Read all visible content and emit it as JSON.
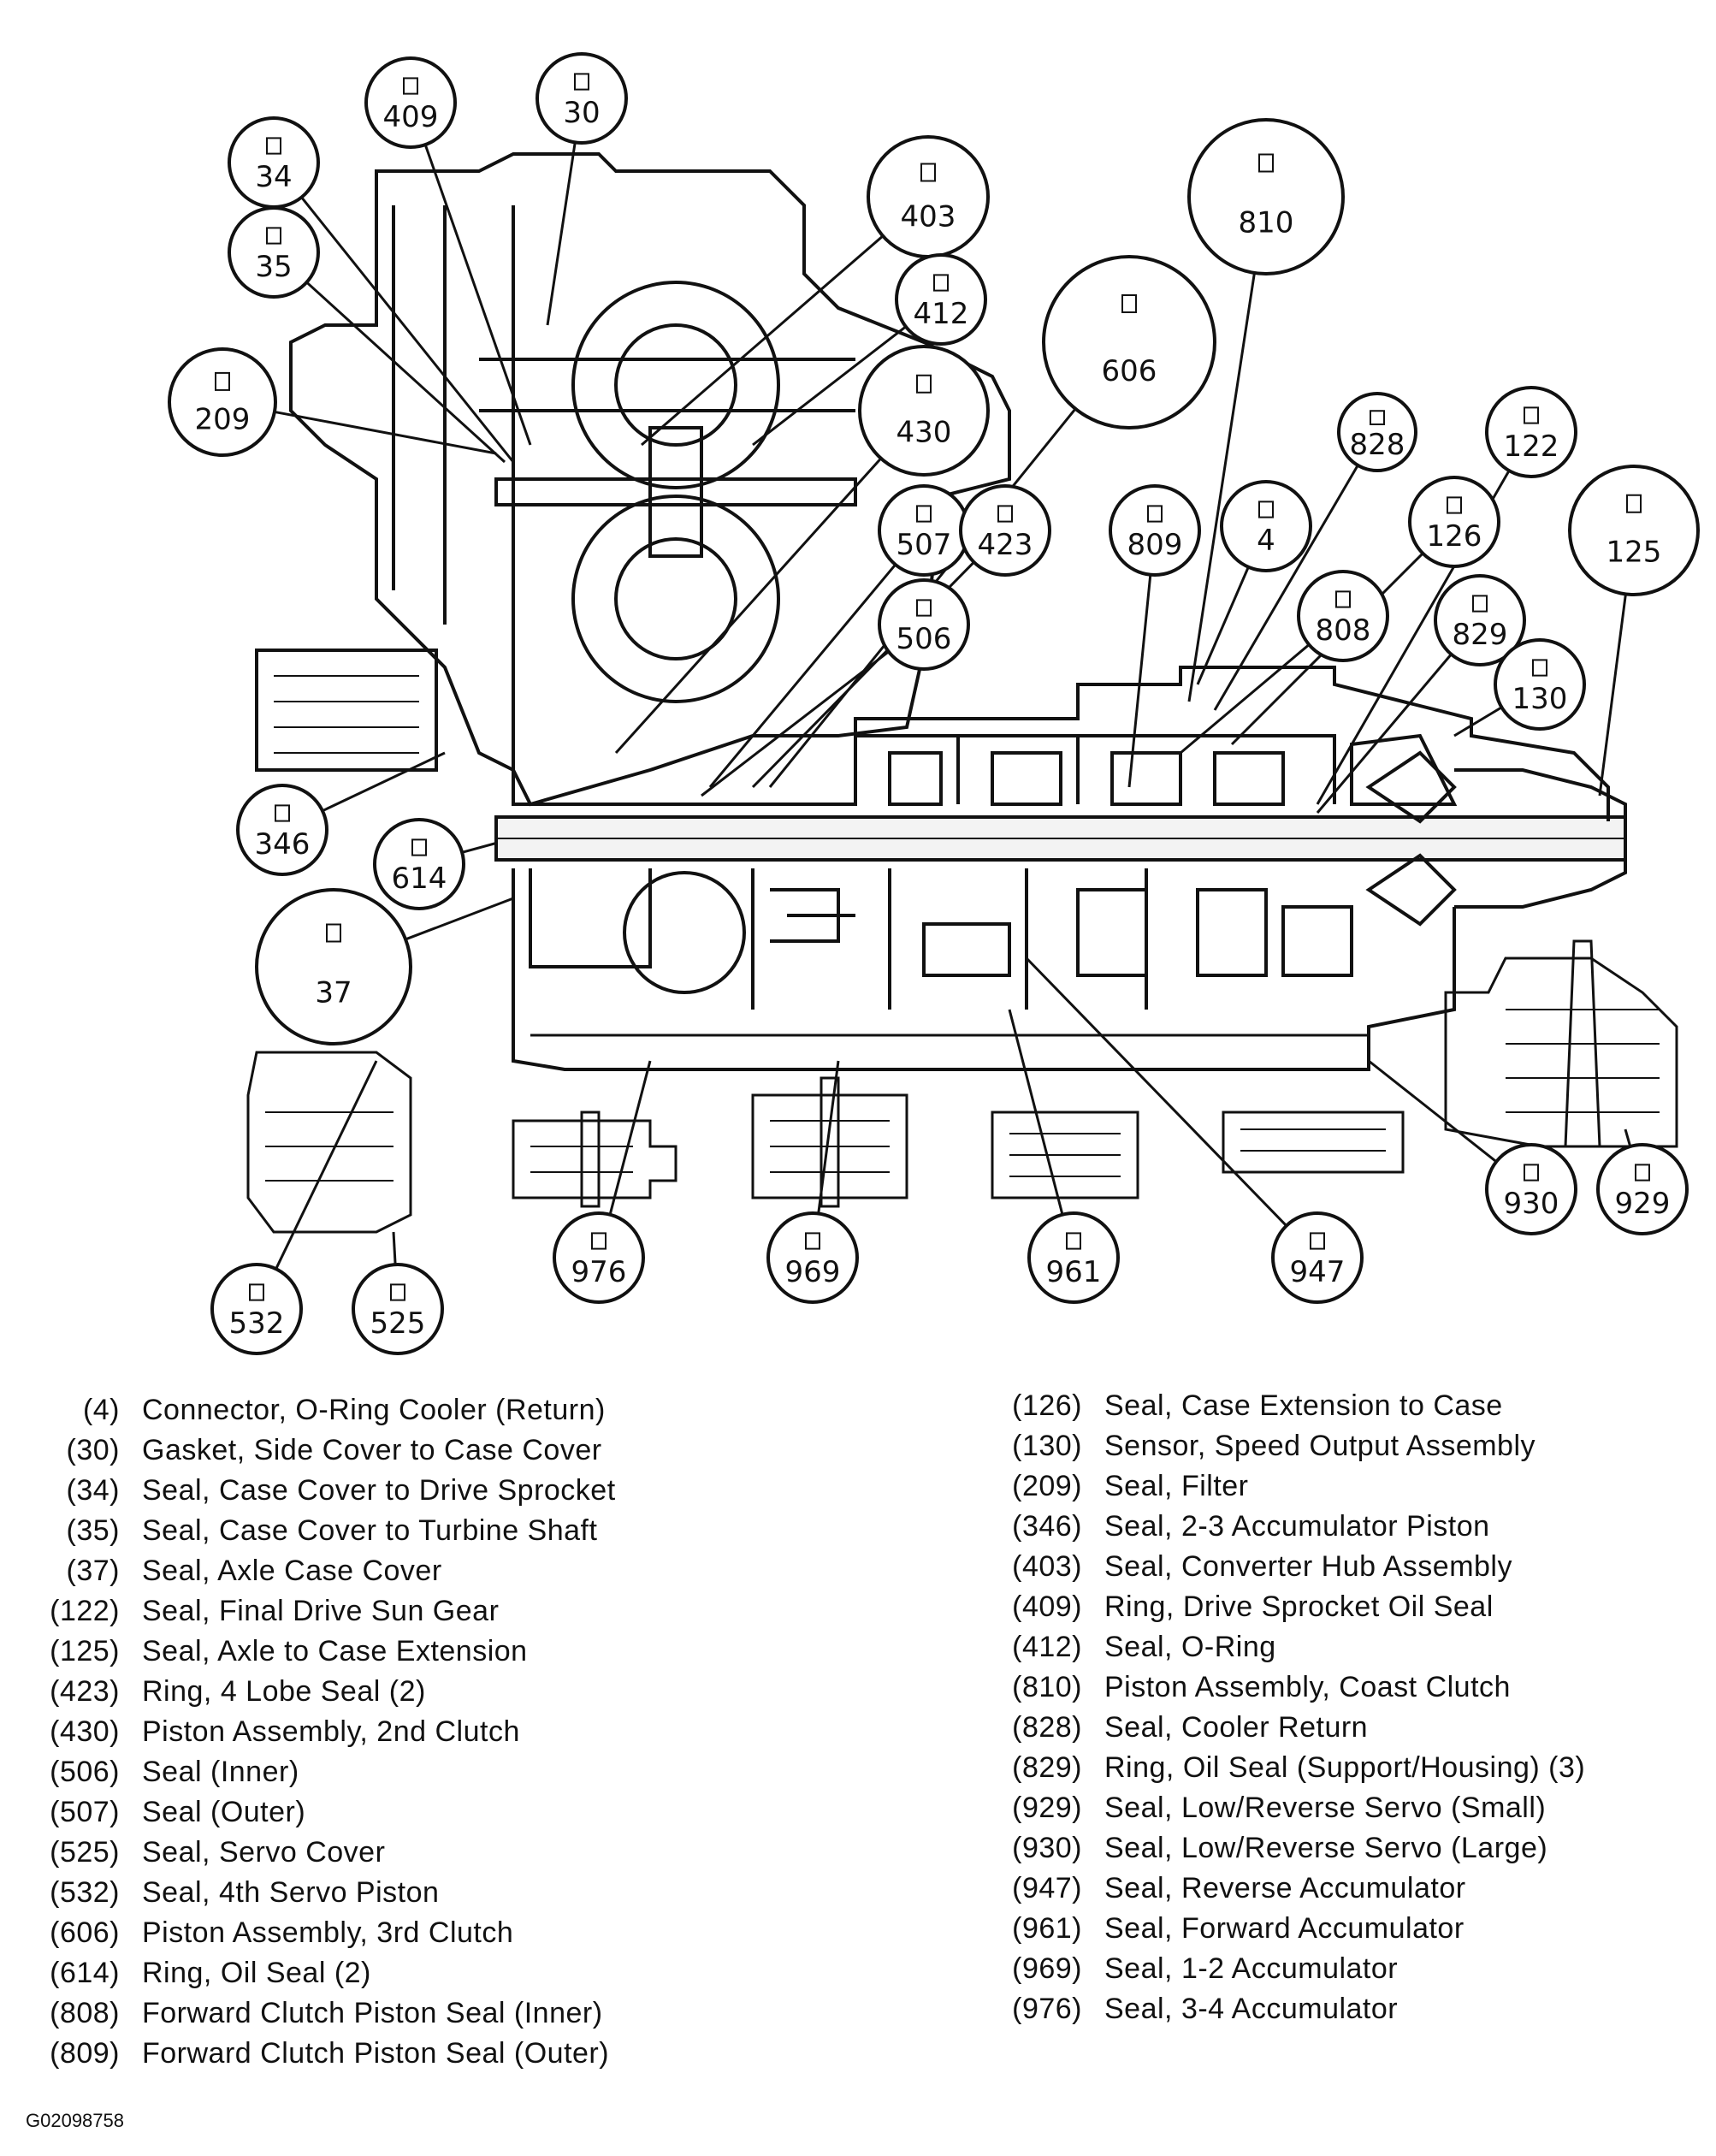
{
  "callouts": [
    {
      "id": "c-34",
      "label": "34"
    },
    {
      "id": "c-409",
      "label": "409"
    },
    {
      "id": "c-30",
      "label": "30"
    },
    {
      "id": "c-403",
      "label": "403"
    },
    {
      "id": "c-810",
      "label": "810"
    },
    {
      "id": "c-35",
      "label": "35"
    },
    {
      "id": "c-412",
      "label": "412"
    },
    {
      "id": "c-606",
      "label": "606"
    },
    {
      "id": "c-209",
      "label": "209"
    },
    {
      "id": "c-430",
      "label": "430"
    },
    {
      "id": "c-828",
      "label": "828"
    },
    {
      "id": "c-122",
      "label": "122"
    },
    {
      "id": "c-507",
      "label": "507"
    },
    {
      "id": "c-423",
      "label": "423"
    },
    {
      "id": "c-809",
      "label": "809"
    },
    {
      "id": "c-4",
      "label": "4"
    },
    {
      "id": "c-126",
      "label": "126"
    },
    {
      "id": "c-125",
      "label": "125"
    },
    {
      "id": "c-506",
      "label": "506"
    },
    {
      "id": "c-808",
      "label": "808"
    },
    {
      "id": "c-829",
      "label": "829"
    },
    {
      "id": "c-130",
      "label": "130"
    },
    {
      "id": "c-346",
      "label": "346"
    },
    {
      "id": "c-614",
      "label": "614"
    },
    {
      "id": "c-37",
      "label": "37"
    },
    {
      "id": "c-930",
      "label": "930"
    },
    {
      "id": "c-929",
      "label": "929"
    },
    {
      "id": "c-976",
      "label": "976"
    },
    {
      "id": "c-969",
      "label": "969"
    },
    {
      "id": "c-961",
      "label": "961"
    },
    {
      "id": "c-947",
      "label": "947"
    },
    {
      "id": "c-532",
      "label": "532"
    },
    {
      "id": "c-525",
      "label": "525"
    }
  ],
  "legend_left": [
    {
      "num": "(4)",
      "desc": "Connector, O-Ring Cooler (Return)"
    },
    {
      "num": "(30)",
      "desc": "Gasket, Side Cover to Case Cover"
    },
    {
      "num": "(34)",
      "desc": "Seal, Case Cover to Drive Sprocket"
    },
    {
      "num": "(35)",
      "desc": "Seal, Case Cover to Turbine Shaft"
    },
    {
      "num": "(37)",
      "desc": "Seal, Axle Case Cover"
    },
    {
      "num": "(122)",
      "desc": "Seal, Final Drive Sun Gear"
    },
    {
      "num": "(125)",
      "desc": "Seal, Axle to Case Extension"
    },
    {
      "num": "(423)",
      "desc": "Ring, 4 Lobe Seal (2)"
    },
    {
      "num": "(430)",
      "desc": "Piston Assembly, 2nd Clutch"
    },
    {
      "num": "(506)",
      "desc": "Seal (Inner)"
    },
    {
      "num": "(507)",
      "desc": "Seal (Outer)"
    },
    {
      "num": "(525)",
      "desc": "Seal, Servo Cover"
    },
    {
      "num": "(532)",
      "desc": "Seal, 4th Servo Piston"
    },
    {
      "num": "(606)",
      "desc": "Piston Assembly, 3rd Clutch"
    },
    {
      "num": "(614)",
      "desc": "Ring, Oil Seal (2)"
    },
    {
      "num": "(808)",
      "desc": "Forward Clutch Piston Seal (Inner)"
    },
    {
      "num": "(809)",
      "desc": "Forward Clutch Piston Seal (Outer)"
    }
  ],
  "legend_right": [
    {
      "num": "(126)",
      "desc": "Seal, Case Extension to Case"
    },
    {
      "num": "(130)",
      "desc": "Sensor, Speed Output Assembly"
    },
    {
      "num": "(209)",
      "desc": "Seal, Filter"
    },
    {
      "num": "(346)",
      "desc": "Seal, 2-3 Accumulator Piston"
    },
    {
      "num": "(403)",
      "desc": "Seal, Converter Hub Assembly"
    },
    {
      "num": "(409)",
      "desc": "Ring, Drive Sprocket Oil Seal"
    },
    {
      "num": "(412)",
      "desc": "Seal, O-Ring"
    },
    {
      "num": "(810)",
      "desc": "Piston Assembly, Coast Clutch"
    },
    {
      "num": "(828)",
      "desc": "Seal, Cooler Return"
    },
    {
      "num": "(829)",
      "desc": "Ring, Oil Seal (Support/Housing) (3)"
    },
    {
      "num": "(929)",
      "desc": "Seal, Low/Reverse Servo (Small)"
    },
    {
      "num": "(930)",
      "desc": "Seal, Low/Reverse Servo (Large)"
    },
    {
      "num": "(947)",
      "desc": "Seal, Reverse Accumulator"
    },
    {
      "num": "(961)",
      "desc": "Seal, Forward Accumulator"
    },
    {
      "num": "(969)",
      "desc": "Seal, 1-2 Accumulator"
    },
    {
      "num": "(976)",
      "desc": "Seal, 3-4 Accumulator"
    }
  ],
  "figure_id": "G02098758"
}
